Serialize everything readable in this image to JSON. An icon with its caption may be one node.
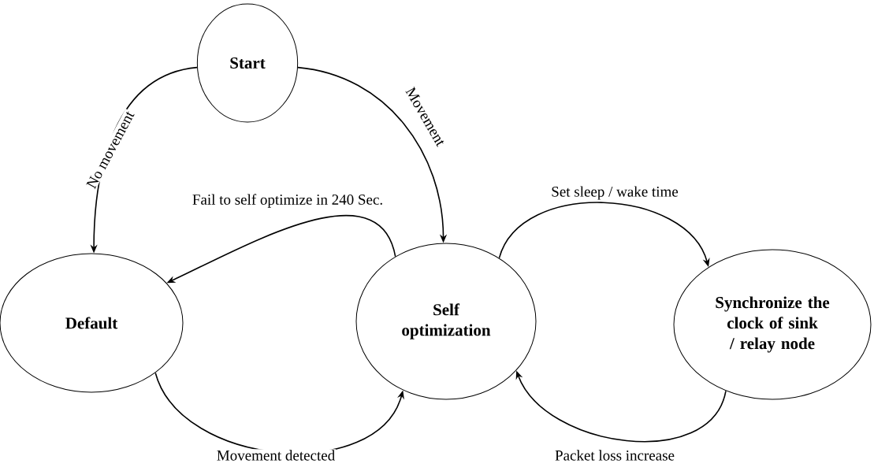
{
  "diagram": {
    "nodes": [
      {
        "text": [
          "Start"
        ]
      },
      {
        "text": [
          "Default"
        ]
      },
      {
        "text": [
          "Self optimization"
        ]
      },
      {
        "text": [
          "Synchronize the clock of sink / relay node"
        ]
      }
    ],
    "edges": [
      {
        "from": 0,
        "to": 1,
        "arrow": "to",
        "label": "No movement"
      },
      {
        "from": 0,
        "to": 2,
        "arrow": "to",
        "label": "Movement"
      },
      {
        "from": 2,
        "to": 1,
        "arrow": "to",
        "label": "Fail to self optimize in 240 Sec."
      },
      {
        "from": 1,
        "to": 2,
        "arrow": "to",
        "label": "Movement detected"
      },
      {
        "from": 2,
        "to": 3,
        "arrow": "to",
        "label": "Set sleep / wake time"
      },
      {
        "from": 3,
        "to": 2,
        "arrow": "to",
        "label": "Packet loss increase"
      }
    ]
  }
}
